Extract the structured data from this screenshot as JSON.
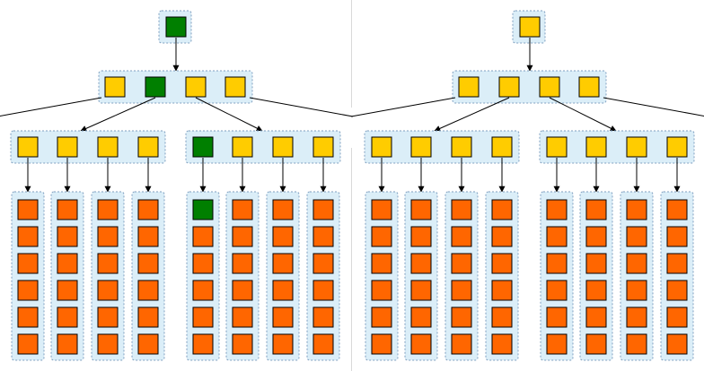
{
  "colors": {
    "background": "#ffffff",
    "group_fill": "#dbeef8",
    "group_border": "#7f9fbf",
    "divider": "#d9d9d9",
    "edge": "#000000",
    "cell_border": "#000000",
    "state": {
      "selected": "#007f00",
      "inner": "#ffcc00",
      "leaf": "#ff6600"
    }
  },
  "panels": [
    {
      "name": "left-tree",
      "root": "selected",
      "level1": [
        "inner",
        "selected",
        "inner",
        "inner"
      ],
      "level2": [
        [
          "inner",
          "inner",
          "inner",
          "inner"
        ],
        [
          "selected",
          "inner",
          "inner",
          "inner"
        ]
      ],
      "leaves": [
        [
          [
            "leaf",
            "leaf",
            "leaf",
            "leaf",
            "leaf",
            "leaf"
          ],
          [
            "leaf",
            "leaf",
            "leaf",
            "leaf",
            "leaf",
            "leaf"
          ],
          [
            "leaf",
            "leaf",
            "leaf",
            "leaf",
            "leaf",
            "leaf"
          ],
          [
            "leaf",
            "leaf",
            "leaf",
            "leaf",
            "leaf",
            "leaf"
          ]
        ],
        [
          [
            "selected",
            "leaf",
            "leaf",
            "leaf",
            "leaf",
            "leaf"
          ],
          [
            "leaf",
            "leaf",
            "leaf",
            "leaf",
            "leaf",
            "leaf"
          ],
          [
            "leaf",
            "leaf",
            "leaf",
            "leaf",
            "leaf",
            "leaf"
          ],
          [
            "leaf",
            "leaf",
            "leaf",
            "leaf",
            "leaf",
            "leaf"
          ]
        ]
      ]
    },
    {
      "name": "right-tree",
      "root": "inner",
      "level1": [
        "inner",
        "inner",
        "inner",
        "inner"
      ],
      "level2": [
        [
          "inner",
          "inner",
          "inner",
          "inner"
        ],
        [
          "inner",
          "inner",
          "inner",
          "inner"
        ]
      ],
      "leaves": [
        [
          [
            "leaf",
            "leaf",
            "leaf",
            "leaf",
            "leaf",
            "leaf"
          ],
          [
            "leaf",
            "leaf",
            "leaf",
            "leaf",
            "leaf",
            "leaf"
          ],
          [
            "leaf",
            "leaf",
            "leaf",
            "leaf",
            "leaf",
            "leaf"
          ],
          [
            "leaf",
            "leaf",
            "leaf",
            "leaf",
            "leaf",
            "leaf"
          ]
        ],
        [
          [
            "leaf",
            "leaf",
            "leaf",
            "leaf",
            "leaf",
            "leaf"
          ],
          [
            "leaf",
            "leaf",
            "leaf",
            "leaf",
            "leaf",
            "leaf"
          ],
          [
            "leaf",
            "leaf",
            "leaf",
            "leaf",
            "leaf",
            "leaf"
          ],
          [
            "leaf",
            "leaf",
            "leaf",
            "leaf",
            "leaf",
            "leaf"
          ]
        ]
      ]
    }
  ]
}
